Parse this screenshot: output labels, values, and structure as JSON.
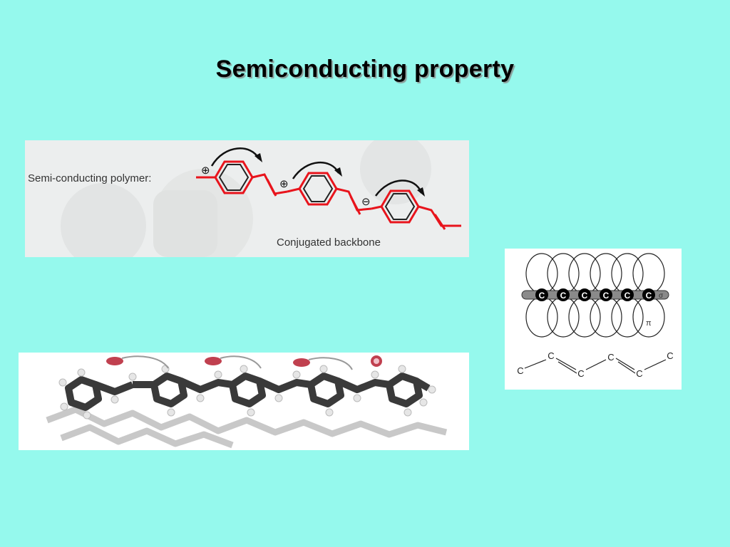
{
  "slide": {
    "title": "Semiconducting  property"
  },
  "polymer_panel": {
    "label": "Semi-conducting polymer:",
    "caption": "Conjugated backbone",
    "charges": [
      "⊕",
      "⊕",
      "⊖"
    ],
    "backbone_color": "#e8141c"
  },
  "orbital_panel": {
    "chain_atoms": [
      "C",
      "C",
      "C",
      "C",
      "C",
      "C"
    ],
    "sigma_label": "σ",
    "pi_label": "π",
    "zigzag_atoms": [
      "C",
      "C",
      "C",
      "C",
      "C",
      "C"
    ]
  },
  "molecule_panel": {
    "carbon_color": "#3a3a3a",
    "hydrogen_color": "#e6e6e6",
    "charge_color": "#c0404f"
  }
}
